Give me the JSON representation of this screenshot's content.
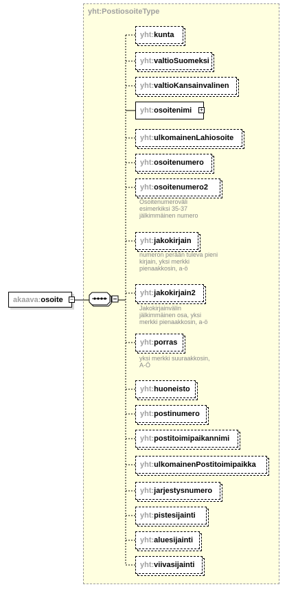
{
  "diagram": {
    "type_name": "yht:PostiosoiteType",
    "root": {
      "prefix": "akaava:",
      "name": "osoite"
    },
    "children": [
      {
        "prefix": "yht:",
        "name": "kunta",
        "optional": true,
        "doc": "",
        "expandable": false
      },
      {
        "prefix": "yht:",
        "name": "valtioSuomeksi",
        "optional": true,
        "doc": "",
        "expandable": false
      },
      {
        "prefix": "yht:",
        "name": "valtioKansainvalinen",
        "optional": true,
        "doc": "",
        "expandable": false
      },
      {
        "prefix": "yht:",
        "name": "osoitenimi",
        "optional": false,
        "doc": "",
        "expandable": true
      },
      {
        "prefix": "yht:",
        "name": "ulkomainenLahiosoite",
        "optional": true,
        "doc": "",
        "expandable": false
      },
      {
        "prefix": "yht:",
        "name": "osoitenumero",
        "optional": true,
        "doc": "",
        "expandable": false
      },
      {
        "prefix": "yht:",
        "name": "osoitenumero2",
        "optional": true,
        "doc": "Osoitenumeroväli\nesimerkiksi 35-37\njälkimmäinen numero",
        "expandable": false
      },
      {
        "prefix": "yht:",
        "name": "jakokirjain",
        "optional": true,
        "doc": "numeron perään tuleva pieni\nkirjain, yksi merkki\npienaakkosin, a-ö",
        "expandable": false
      },
      {
        "prefix": "yht:",
        "name": "jakokirjain2",
        "optional": true,
        "doc": "Jakokirjainvälin\njälkimmäinen osa, yksi\nmerkki pienaakkosin, a-ö",
        "expandable": false
      },
      {
        "prefix": "yht:",
        "name": "porras",
        "optional": true,
        "doc": "yksi merkki suuraakkosin,\nA-Ö",
        "expandable": false
      },
      {
        "prefix": "yht:",
        "name": "huoneisto",
        "optional": true,
        "doc": "",
        "expandable": false
      },
      {
        "prefix": "yht:",
        "name": "postinumero",
        "optional": true,
        "doc": "",
        "expandable": false
      },
      {
        "prefix": "yht:",
        "name": "postitoimipaikannimi",
        "optional": true,
        "doc": "",
        "expandable": false
      },
      {
        "prefix": "yht:",
        "name": "ulkomainenPostitoimipaikka",
        "optional": true,
        "doc": "",
        "expandable": false
      },
      {
        "prefix": "yht:",
        "name": "jarjestysnumero",
        "optional": true,
        "doc": "",
        "expandable": false
      },
      {
        "prefix": "yht:",
        "name": "pistesijainti",
        "optional": true,
        "doc": "",
        "expandable": false
      },
      {
        "prefix": "yht:",
        "name": "aluesijainti",
        "optional": true,
        "doc": "",
        "expandable": false
      },
      {
        "prefix": "yht:",
        "name": "viivasijainti",
        "optional": true,
        "doc": "",
        "expandable": false
      }
    ]
  }
}
